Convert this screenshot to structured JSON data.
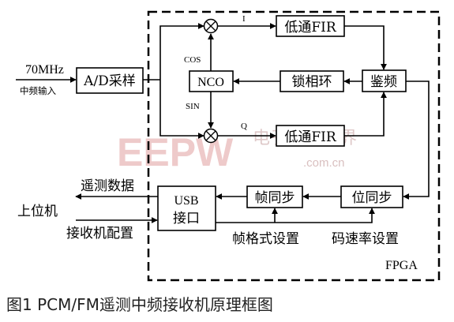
{
  "watermark": {
    "logo": "EEPW",
    "site_cn": "电子产品世界",
    "url": ".com.cn"
  },
  "input": {
    "freq": "70MHz",
    "label": "中频输入"
  },
  "blocks": {
    "ad": "A/D采样",
    "nco": "NCO",
    "fir_i": "低通FIR",
    "fir_q": "低通FIR",
    "discriminator": "鉴频",
    "pll": "锁相环",
    "usb_line1": "USB",
    "usb_line2": "接口",
    "frame_sync": "帧同步",
    "bit_sync": "位同步"
  },
  "signals": {
    "i": "I",
    "q": "Q",
    "cos": "COS",
    "sin": "SIN"
  },
  "host": {
    "label": "上位机",
    "telemetry": "遥测数据",
    "receiver_config": "接收机配置"
  },
  "settings": {
    "frame_format": "帧格式设置",
    "code_rate": "码速率设置"
  },
  "fpga_label": "FPGA",
  "caption": "图1  PCM/FM遥测中频接收机原理框图"
}
